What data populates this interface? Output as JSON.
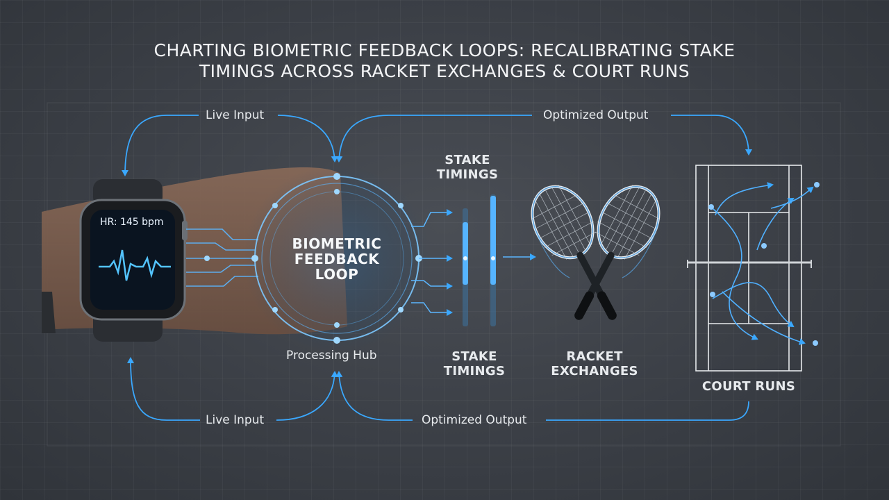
{
  "title": {
    "line1": "CHARTING BIOMETRIC FEEDBACK LOOPS: RECALIBRATING STAKE",
    "line2": "TIMINGS ACROSS RACKET EXCHANGES & COURT RUNS"
  },
  "watch": {
    "heart_rate": "HR: 145 bpm"
  },
  "hub": {
    "line1": "BIOMETRIC",
    "line2": "FEEDBACK",
    "line3": "LOOP",
    "caption": "Processing Hub"
  },
  "flows": {
    "live_input_top": "Live Input",
    "optimized_output_top": "Optimized Output",
    "live_input_bottom": "Live Input",
    "optimized_output_bottom": "Optimized Output"
  },
  "stake_timings_top": {
    "line1": "STAKE",
    "line2": "TIMINGS"
  },
  "stake_timings_bottom": {
    "line1": "STAKE",
    "line2": "TIMINGS"
  },
  "racket_exchanges": {
    "line1": "RACKET",
    "line2": "EXCHANGES"
  },
  "court_runs": {
    "label": "COURT RUNS"
  },
  "colors": {
    "accent": "#3aa8ff",
    "glow": "#7cc8ff",
    "background": "#3b3f46"
  }
}
